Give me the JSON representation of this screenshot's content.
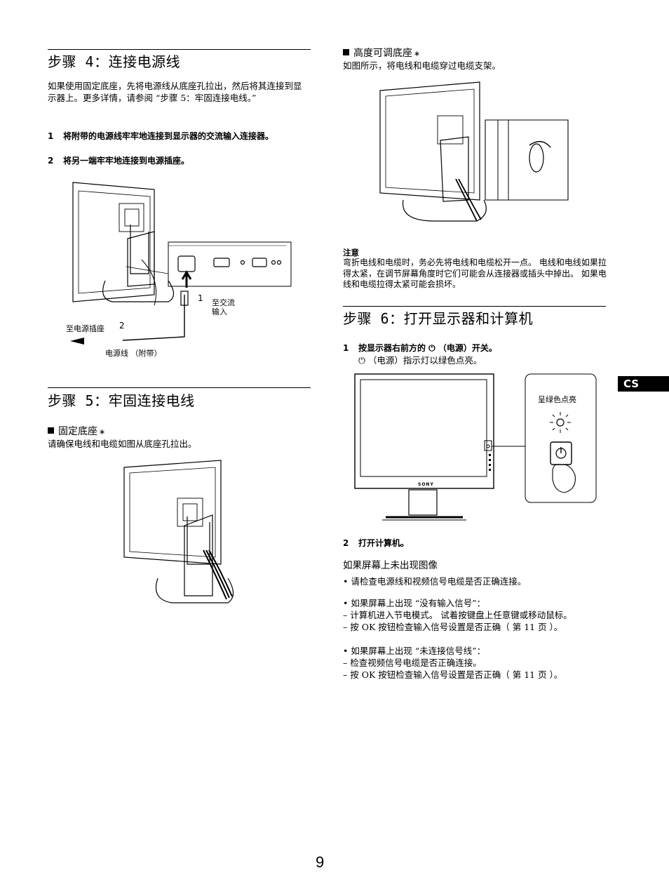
{
  "step4": {
    "title": "步骤 4：连接电源线",
    "intro": "如果使用固定底座，先将电源线从底座孔拉出，然后将其连接到显示器上。更多详情，请参阅 “步骤 5：牢固连接电线。”",
    "items": [
      {
        "num": "1",
        "text": "将附带的电源线牢牢地连接到显示器的交流输入连接器。"
      },
      {
        "num": "2",
        "text": "将另一端牢牢地连接到电源插座。"
      }
    ],
    "figure": {
      "callout1_num": "1",
      "callout1_text": "至交流\n输入",
      "callout2_num": "2",
      "callout2_text": "至电源插座",
      "cable_label": "电源线 （附带）"
    }
  },
  "step5": {
    "title": "步骤 5：牢固连接电线",
    "fixed_stand": {
      "heading": "固定底座",
      "mark": "∗",
      "text": "请确保电线和电缆如图从底座孔拉出。"
    },
    "height_stand": {
      "heading": "高度可调底座",
      "mark": "∗",
      "text": "如图所示，将电线和电缆穿过电缆支架。"
    },
    "note_title": "注意",
    "note_text": "弯折电线和电缆时，务必先将电线和电缆松开一点。 电线和电线如果拉得太紧，在调节屏幕角度时它们可能会从连接器或插头中掉出。 如果电线和电缆拉得太紧可能会损坏。"
  },
  "step6": {
    "title": "步骤 6：打开显示器和计算机",
    "items": [
      {
        "num": "1",
        "text": "按显示器右前方的 ⏻ （电源）开关。",
        "sub": "⏻ （电源）指示灯以绿色点亮。"
      },
      {
        "num": "2",
        "text": "打开计算机。"
      }
    ],
    "figure": {
      "callout": "呈绿色点亮",
      "brand": "SONY"
    },
    "no_image": {
      "heading": "如果屏幕上未出现图像",
      "b1": "• 请检查电源线和视频信号电缆是否正确连接。",
      "b2": "• 如果屏幕上出现 “没有输入信号”：",
      "b2_d1": "– 计算机进入节电模式。 试着按键盘上任意键或移动鼠标。",
      "b2_d2": "– 按 OK 按钮检查输入信号设置是否正确（ 第 11 页 ）。",
      "b3": "• 如果屏幕上出现 “未连接信号线”：",
      "b3_d1": "– 检查视频信号电缆是否正确连接。",
      "b3_d2": "– 按 OK 按钮检查输入信号设置是否正确（ 第 11 页 ）。"
    }
  },
  "side_tab": "CS",
  "page_number": "9"
}
